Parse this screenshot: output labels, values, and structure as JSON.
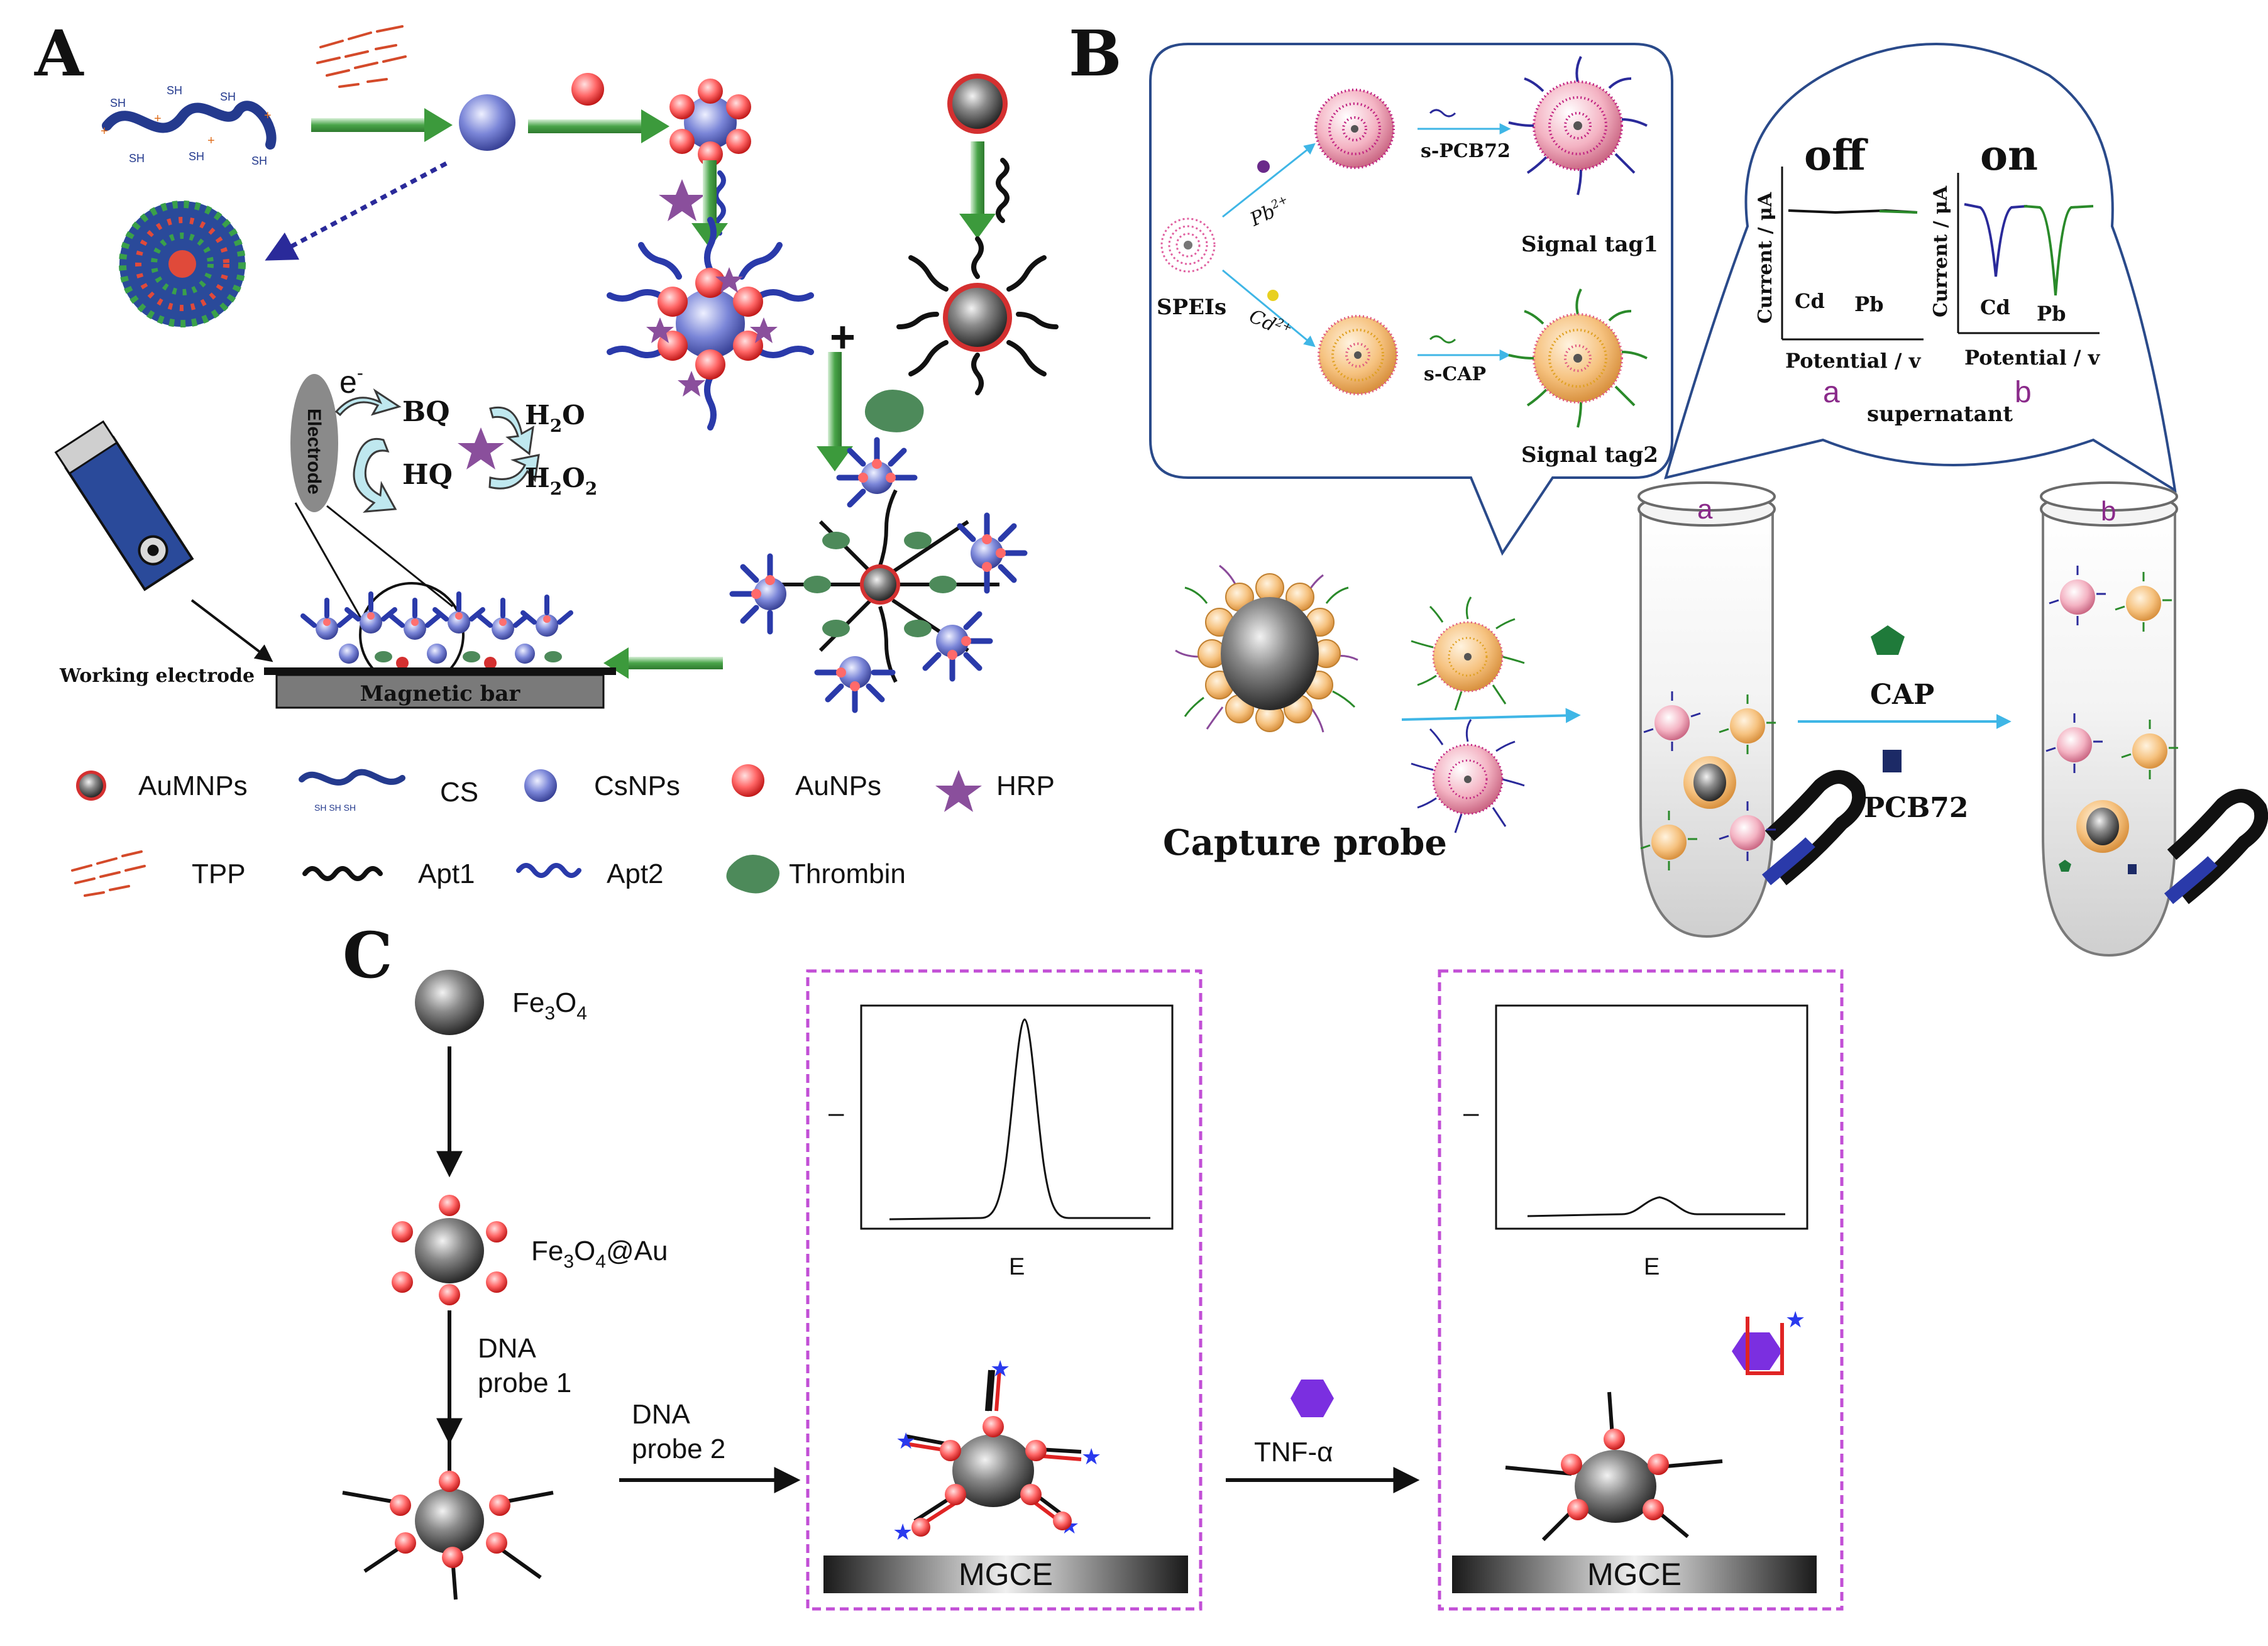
{
  "panels": {
    "a": "A",
    "b": "B",
    "c": "C"
  },
  "panel_a": {
    "electrode": "Electrode",
    "e_minus": "e",
    "e_sup": "-",
    "bq": "BQ",
    "hq": "HQ",
    "h2o": "H",
    "h2o_sub": "2",
    "h2o_tail": "O",
    "h2o2": "H",
    "h2o2_sub1": "2",
    "h2o2_mid": "O",
    "h2o2_sub2": "2",
    "plus": "+",
    "working_electrode": "Working electrode",
    "magnetic_bar": "Magnetic bar",
    "legend": {
      "aumnps": "AuMNPs",
      "cs": "CS",
      "csnps": "CsNPs",
      "aunps": "AuNPs",
      "hrp": "HRP",
      "tpp": "TPP",
      "apt1": "Apt1",
      "apt2": "Apt2",
      "thrombin": "Thrombin"
    }
  },
  "panel_b": {
    "speis": "SPEIs",
    "pb": "Pb",
    "pb_sup": "2+",
    "cd": "Cd",
    "cd_sup": "2+",
    "s_pcb72": "s-PCB72",
    "s_cap": "s-CAP",
    "signal_tag1": "Signal tag1",
    "signal_tag2": "Signal tag2",
    "off": "off",
    "on": "on",
    "current_axis": "Current / μA",
    "potential_axis": "Potential / v",
    "cd_label": "Cd",
    "pb_label": "Pb",
    "sub_a": "a",
    "sub_b": "b",
    "supernatant": "supernatant",
    "tube_a": "a",
    "tube_b": "b",
    "capture_probe": "Capture probe",
    "cap": "CAP",
    "pcb72": "PCB72"
  },
  "panel_c": {
    "fe3o4": "Fe",
    "fe3o4_sub1": "3",
    "fe3o4_o": "O",
    "fe3o4_sub2": "4",
    "fe3o4au_tail": "@Au",
    "dna_probe1_l1": "DNA",
    "dna_probe1_l2": "probe 1",
    "dna_probe2_l1": "DNA",
    "dna_probe2_l2": "probe 2",
    "tnf": "TNF-α",
    "axis_e": "E",
    "axis_dash": "–",
    "mgce": "MGCE"
  },
  "colors": {
    "arrow_green": "#3c9a3c",
    "dark_navy": "#1c2a66",
    "gold_red": "#e04040",
    "magenta_box": "#c24fd6",
    "thrombin_green": "#4d8a5a",
    "hrp_purple": "#8a4f9c",
    "cyan_arrow": "#3fb6e6",
    "probe_red": "#e02424",
    "tnf_purple": "#7b2fe0"
  }
}
